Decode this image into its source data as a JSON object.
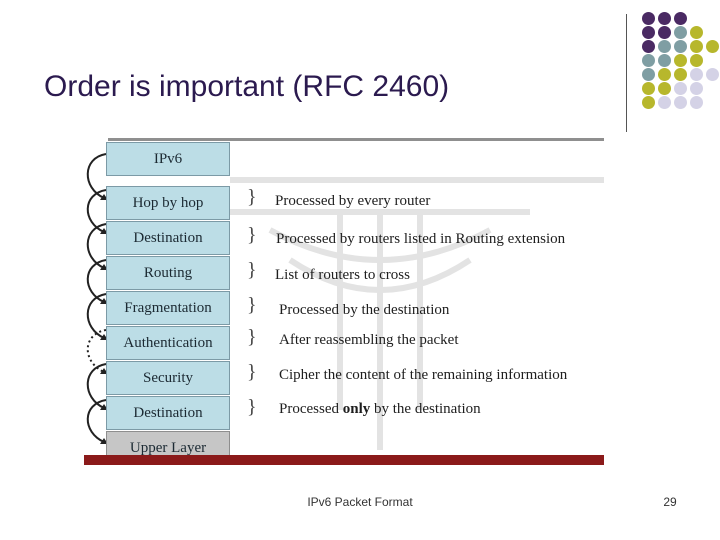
{
  "slide": {
    "title": "Order is important (RFC 2460)",
    "footer": "IPv6 Packet Format",
    "page_number": "29"
  },
  "headers": [
    {
      "label": "IPv6",
      "description": ""
    },
    {
      "label": "Hop by hop",
      "description": "Processed by every router"
    },
    {
      "label": "Destination",
      "description": "Processed by routers listed in Routing extension"
    },
    {
      "label": "Routing",
      "description": "List of routers to cross"
    },
    {
      "label": "Fragmentation",
      "description": "Processed by the destination"
    },
    {
      "label": "Authentication",
      "description": "After reassembling the packet"
    },
    {
      "label": "Security",
      "description": "Cipher the content of the remaining information"
    },
    {
      "label": "Destination",
      "description_before": "Processed ",
      "description_bold": "only",
      "description_after": " by the destination"
    },
    {
      "label": "Upper Layer",
      "description": ""
    }
  ],
  "colors": {
    "accent_purple": "#4a2a63",
    "accent_teal": "#7f9ea3",
    "accent_olive": "#b7b72c",
    "accent_lavender": "#d4d2e6",
    "header_fill": "#bcdde6",
    "upper_layer_fill": "#c6c6c6",
    "red_bar": "#8b1a1a"
  },
  "decor": {
    "icon": "corner-dot-grid-icon"
  }
}
